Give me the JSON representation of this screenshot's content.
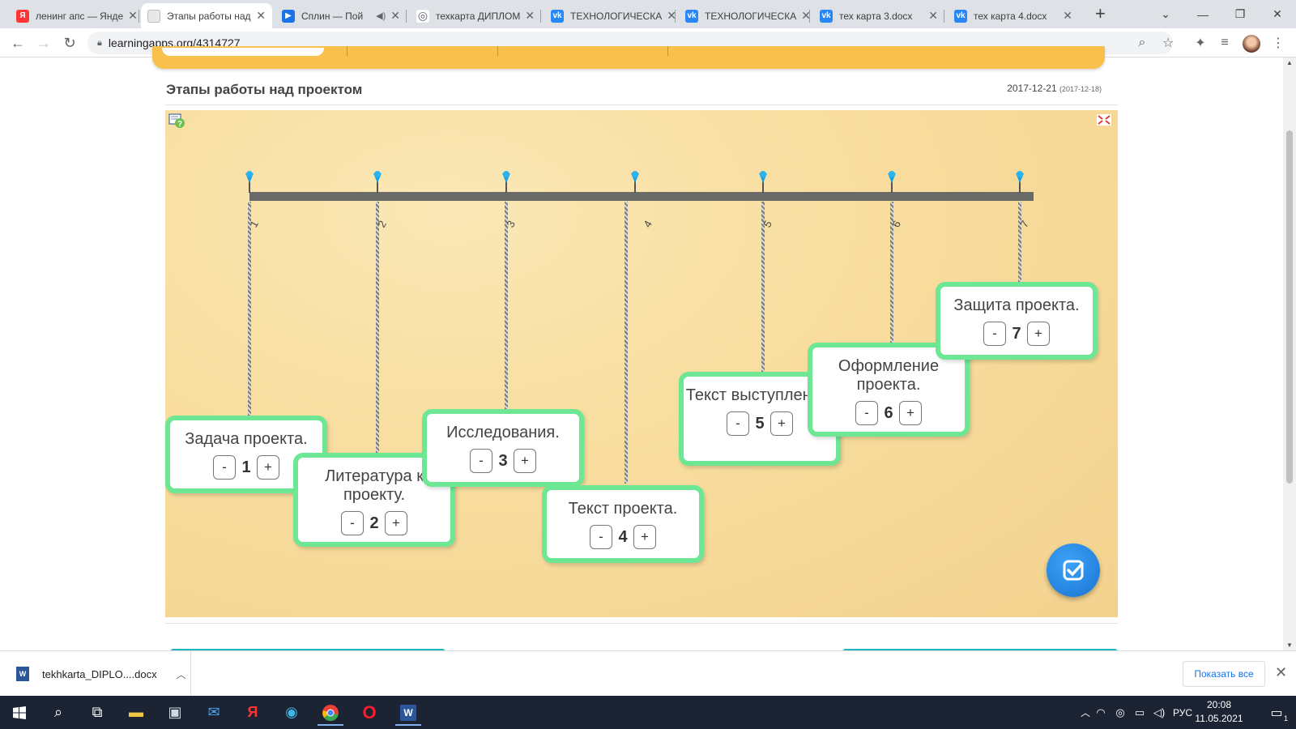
{
  "browser": {
    "tabs": [
      {
        "title": "ленинг апс — Янде",
        "favicon": "yandex-icon",
        "fav_text": "Я",
        "fav_color": "#ff3333"
      },
      {
        "title": "Этапы работы над",
        "favicon": "learningapps-icon",
        "fav_text": "",
        "fav_color": "#d6d6d6",
        "active": true
      },
      {
        "title": "Сплин — Пой",
        "favicon": "play-icon",
        "fav_text": "▶",
        "fav_color": "#1a73e8",
        "audio": true
      },
      {
        "title": "техкарта ДИПЛОМ",
        "favicon": "globe-icon",
        "fav_text": "◎",
        "fav_color": "#5f6368"
      },
      {
        "title": "ТЕХНОЛОГИЧЕСКА",
        "favicon": "vk-icon",
        "fav_text": "vk",
        "fav_color": "#2787f5"
      },
      {
        "title": "ТЕХНОЛОГИЧЕСКА",
        "favicon": "vk-icon",
        "fav_text": "vk",
        "fav_color": "#2787f5"
      },
      {
        "title": "тех карта 3.docx",
        "favicon": "vk-icon",
        "fav_text": "vk",
        "fav_color": "#2787f5"
      },
      {
        "title": "тех карта 4.docx",
        "favicon": "vk-icon",
        "fav_text": "vk",
        "fav_color": "#2787f5"
      }
    ],
    "url": "learningapps.org/4314727"
  },
  "page": {
    "title": "Этапы работы над проектом",
    "date": "2017-12-21",
    "date_created": "(2017-12-18)"
  },
  "timeline": {
    "tick_labels": [
      "1",
      "2",
      "3",
      "4",
      "5",
      "6",
      "7"
    ],
    "cards": [
      {
        "label": "Задача проекта.",
        "value": "1"
      },
      {
        "label": "Литература к проекту.",
        "value": "2"
      },
      {
        "label": "Исследования.",
        "value": "3"
      },
      {
        "label": "Текст проекта.",
        "value": "4"
      },
      {
        "label": "Текст выступления.",
        "value": "5"
      },
      {
        "label": "Оформление проекта.",
        "value": "6"
      },
      {
        "label": "Защита проекта.",
        "value": "7"
      }
    ],
    "minus": "-",
    "plus": "+"
  },
  "downloads": {
    "file": "tekhkarta_DIPLO....docx",
    "show_all": "Показать все"
  },
  "taskbar": {
    "lang": "РУС",
    "time": "20:08",
    "date": "11.05.2021",
    "notifications": "1"
  },
  "colors": {
    "card_border": "#6ee795",
    "check_button": "#1873d3",
    "timeline_bar": "#6a6a68",
    "banner": "#f9c14c"
  }
}
